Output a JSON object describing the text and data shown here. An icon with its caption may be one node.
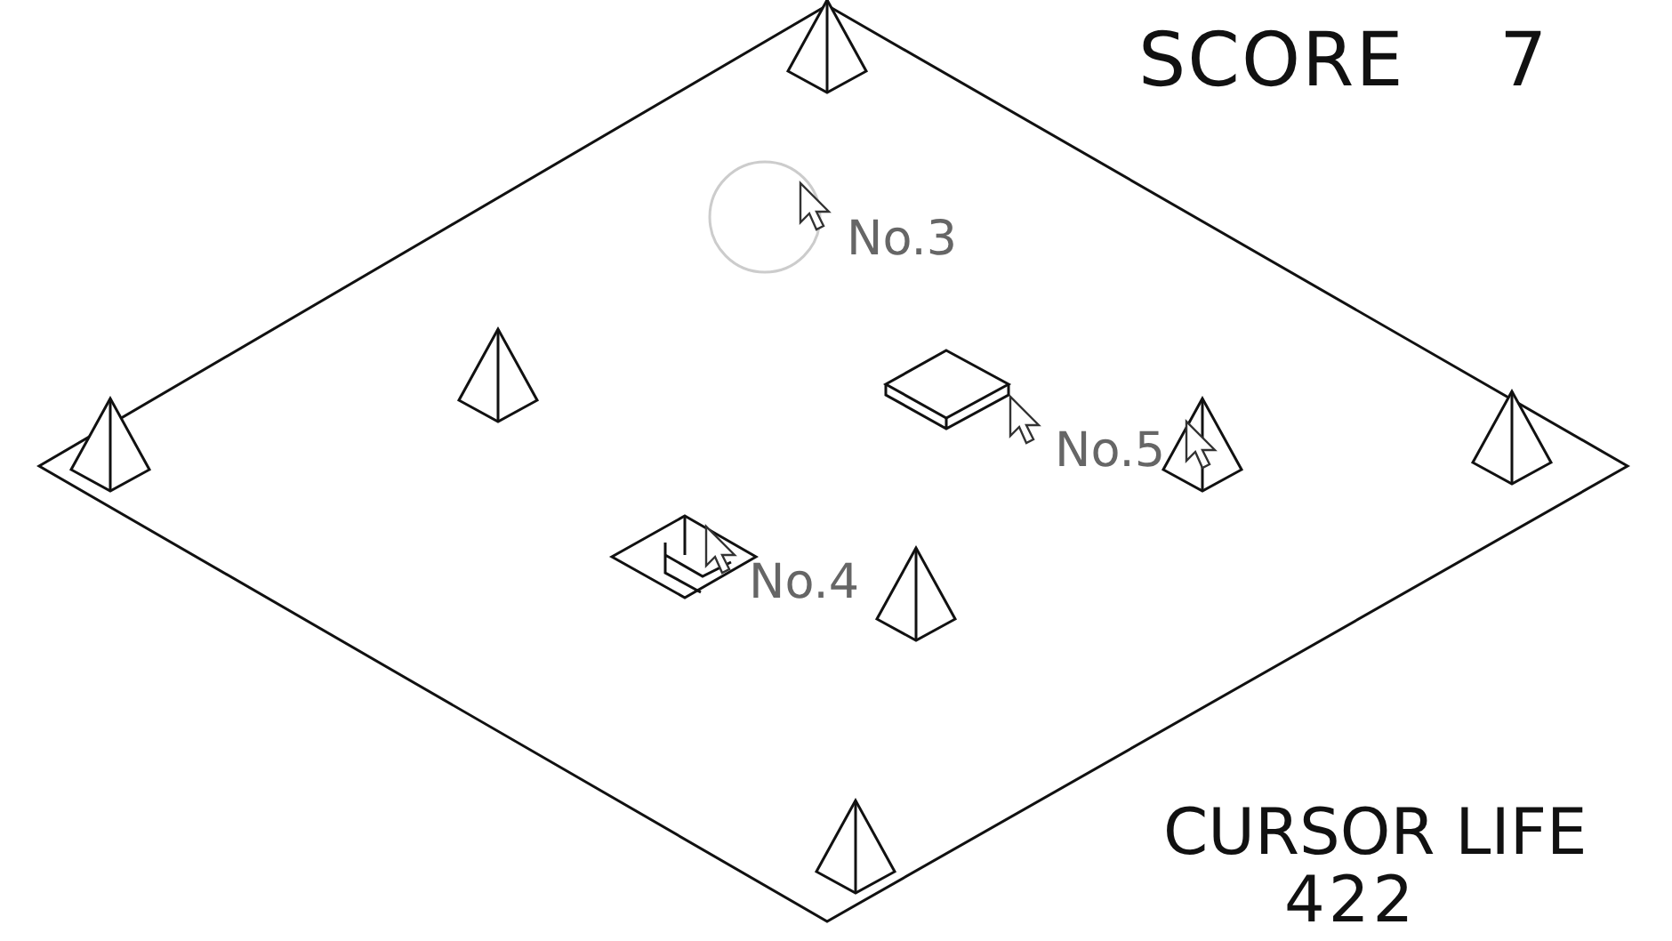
{
  "diagram": {
    "labels": [
      "SCORE",
      "7",
      "No.3",
      "No.5",
      "No.4",
      "CURSOR LIFE",
      "422"
    ]
  }
}
